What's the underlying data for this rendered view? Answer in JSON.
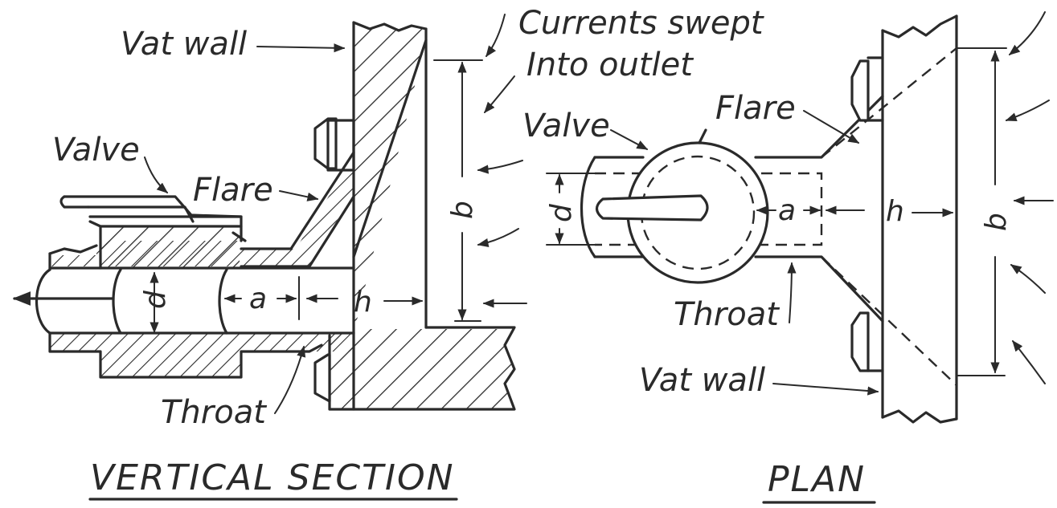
{
  "vertical_section": {
    "title": "VERTICAL SECTION",
    "labels": {
      "vat_wall": "Vat wall",
      "currents_line1": "Currents swept",
      "currents_line2": "Into outlet",
      "valve": "Valve",
      "flare": "Flare",
      "throat": "Throat"
    },
    "dims": {
      "d": "d",
      "a": "a",
      "h": "h",
      "b": "b"
    }
  },
  "plan": {
    "title": "PLAN",
    "labels": {
      "flare": "Flare",
      "valve": "Valve",
      "throat": "Throat",
      "vat_wall": "Vat wall"
    },
    "dims": {
      "d": "d",
      "a": "a",
      "h": "h",
      "b": "b"
    }
  }
}
